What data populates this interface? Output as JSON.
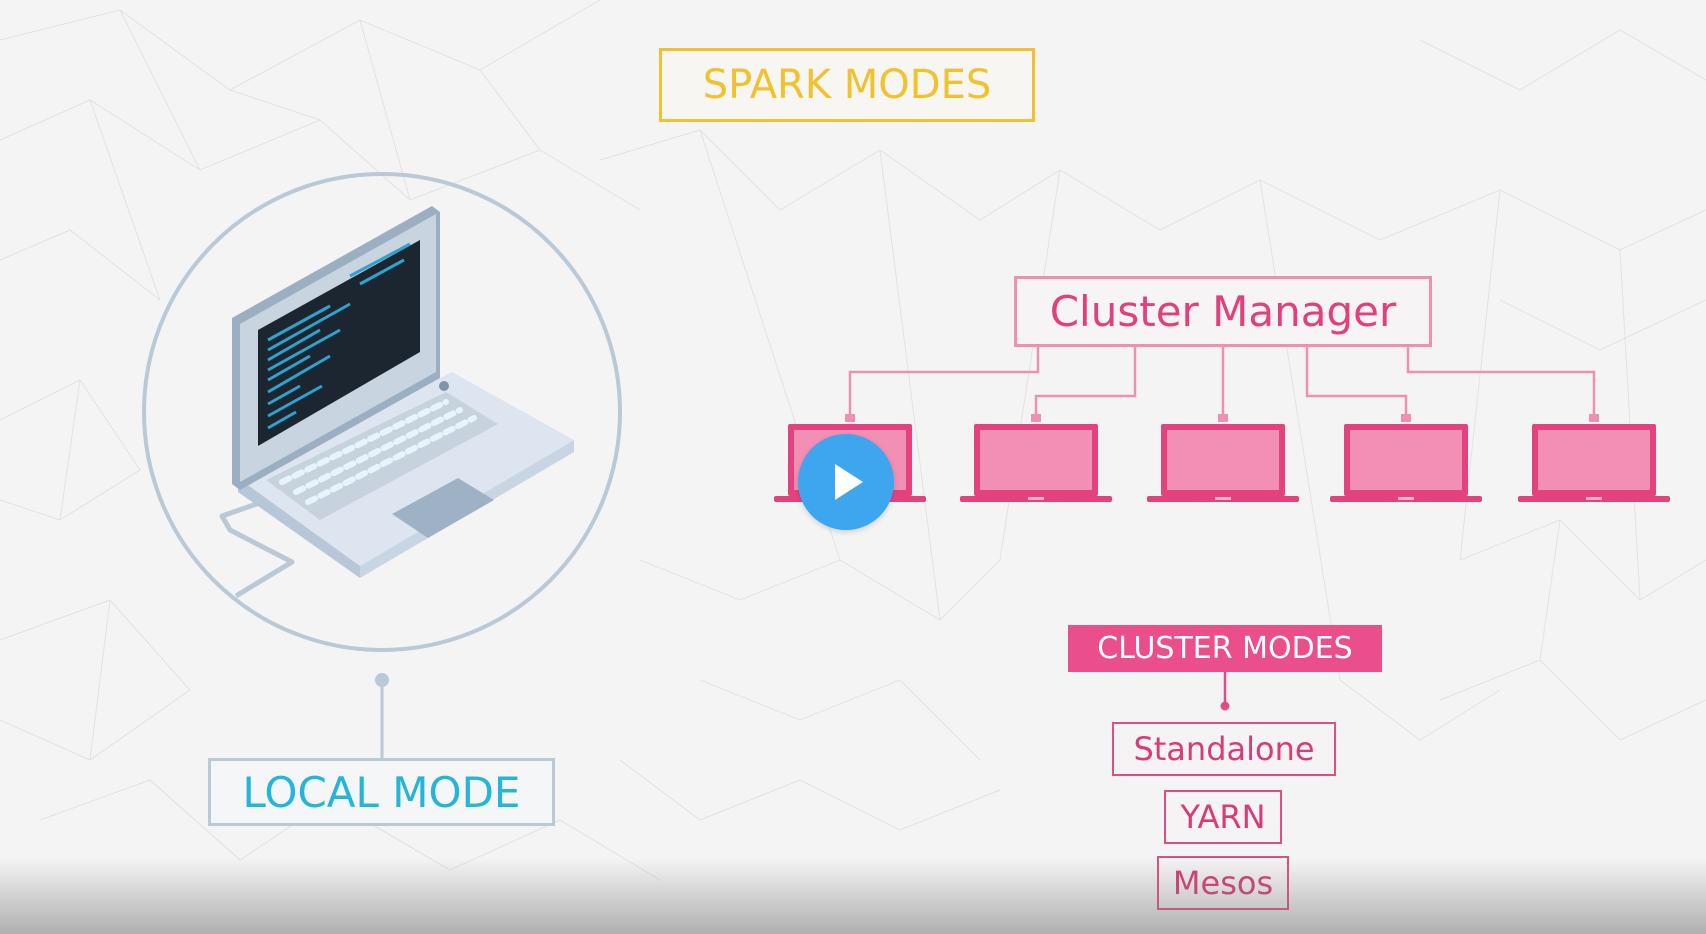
{
  "title": "SPARK MODES",
  "local_mode": {
    "label": "LOCAL MODE"
  },
  "cluster": {
    "manager_label": "Cluster Manager",
    "modes_label": "CLUSTER MODES",
    "modes": [
      "Standalone",
      "YARN",
      "Mesos"
    ],
    "worker_count": 5
  },
  "colors": {
    "title": "#f2c12e",
    "local": "#25b5d8",
    "cluster": "#e33f7d",
    "play": "#3ea6ef"
  },
  "icons": {
    "laptop": "laptop-icon",
    "worker": "worker-laptop-icon",
    "play": "play-icon"
  }
}
